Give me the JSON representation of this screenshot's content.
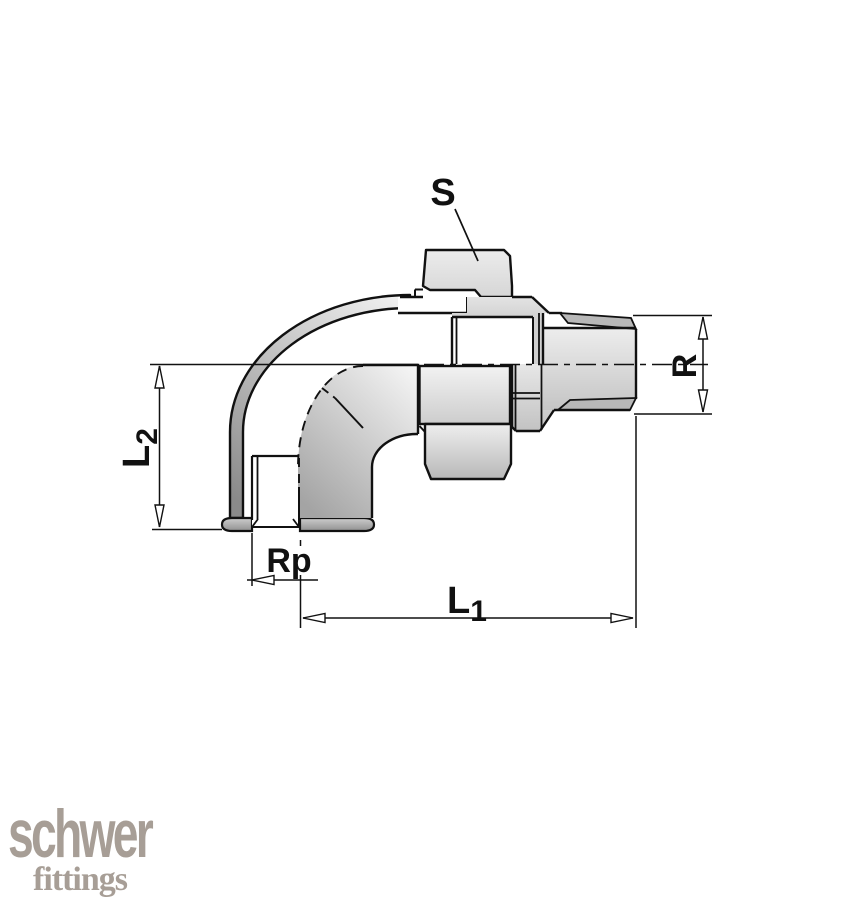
{
  "drawing": {
    "title_hint": "elbow-union-fitting-technical-drawing",
    "labels": {
      "s": "S",
      "r": "R",
      "rp": "Rp",
      "l1_main": "L",
      "l1_sub": "1",
      "l2_main": "L",
      "l2_sub": "2"
    },
    "colors": {
      "line": "#111111",
      "fill_light": "#ededed",
      "fill_mid": "#c6c6c6",
      "fill_dark": "#8a8a8a"
    }
  },
  "logo": {
    "brand": "schwer",
    "sub": "fittings",
    "color": "#a79e96"
  }
}
